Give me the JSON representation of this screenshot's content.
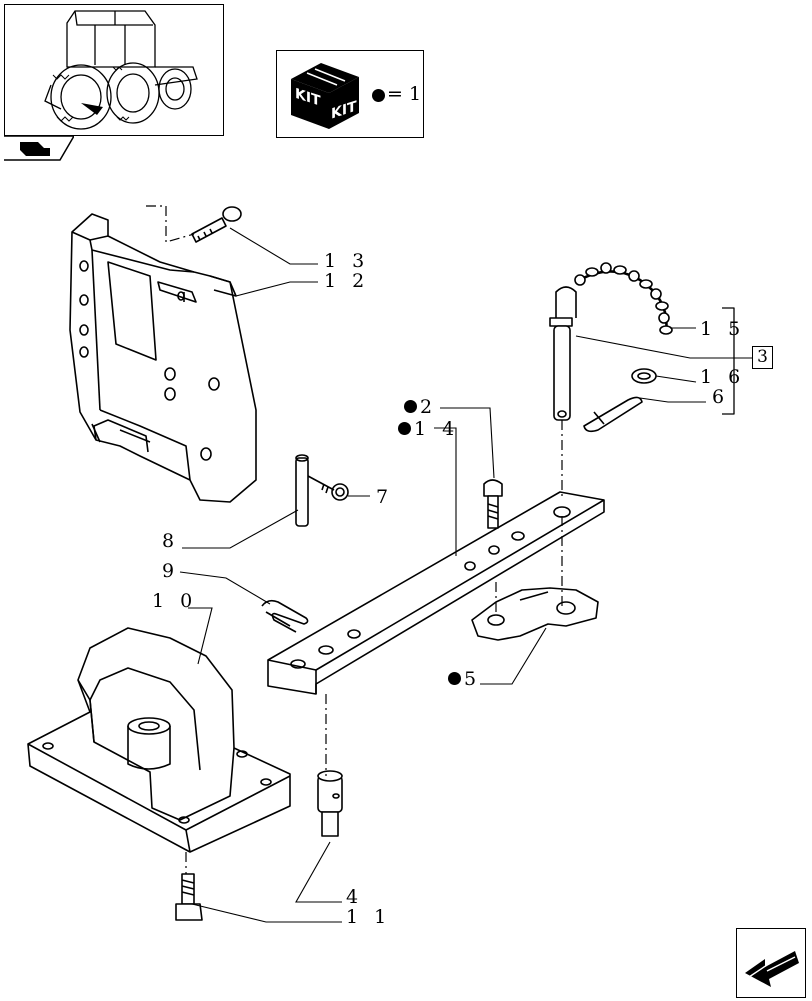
{
  "kit_legend": {
    "symbol": "●",
    "text": "= 1",
    "kit_label_left": "KIT",
    "kit_label_right": "KIT"
  },
  "callouts": {
    "c13": "1 3",
    "c12": "1 2",
    "c15": "1 5",
    "c3": "3",
    "c16": "1 6",
    "c6": "6",
    "c2": "2",
    "c14": "1 4",
    "c7": "7",
    "c8": "8",
    "c9": "9",
    "c10": "1 0",
    "c5": "5",
    "c4": "4",
    "c11": "1 1"
  },
  "icons": {
    "thumbnail": "tractor-thumbnail-icon",
    "section_tab": "section-tab-icon",
    "kit": "kit-box-icon",
    "nav": "next-page-arrow-icon"
  }
}
